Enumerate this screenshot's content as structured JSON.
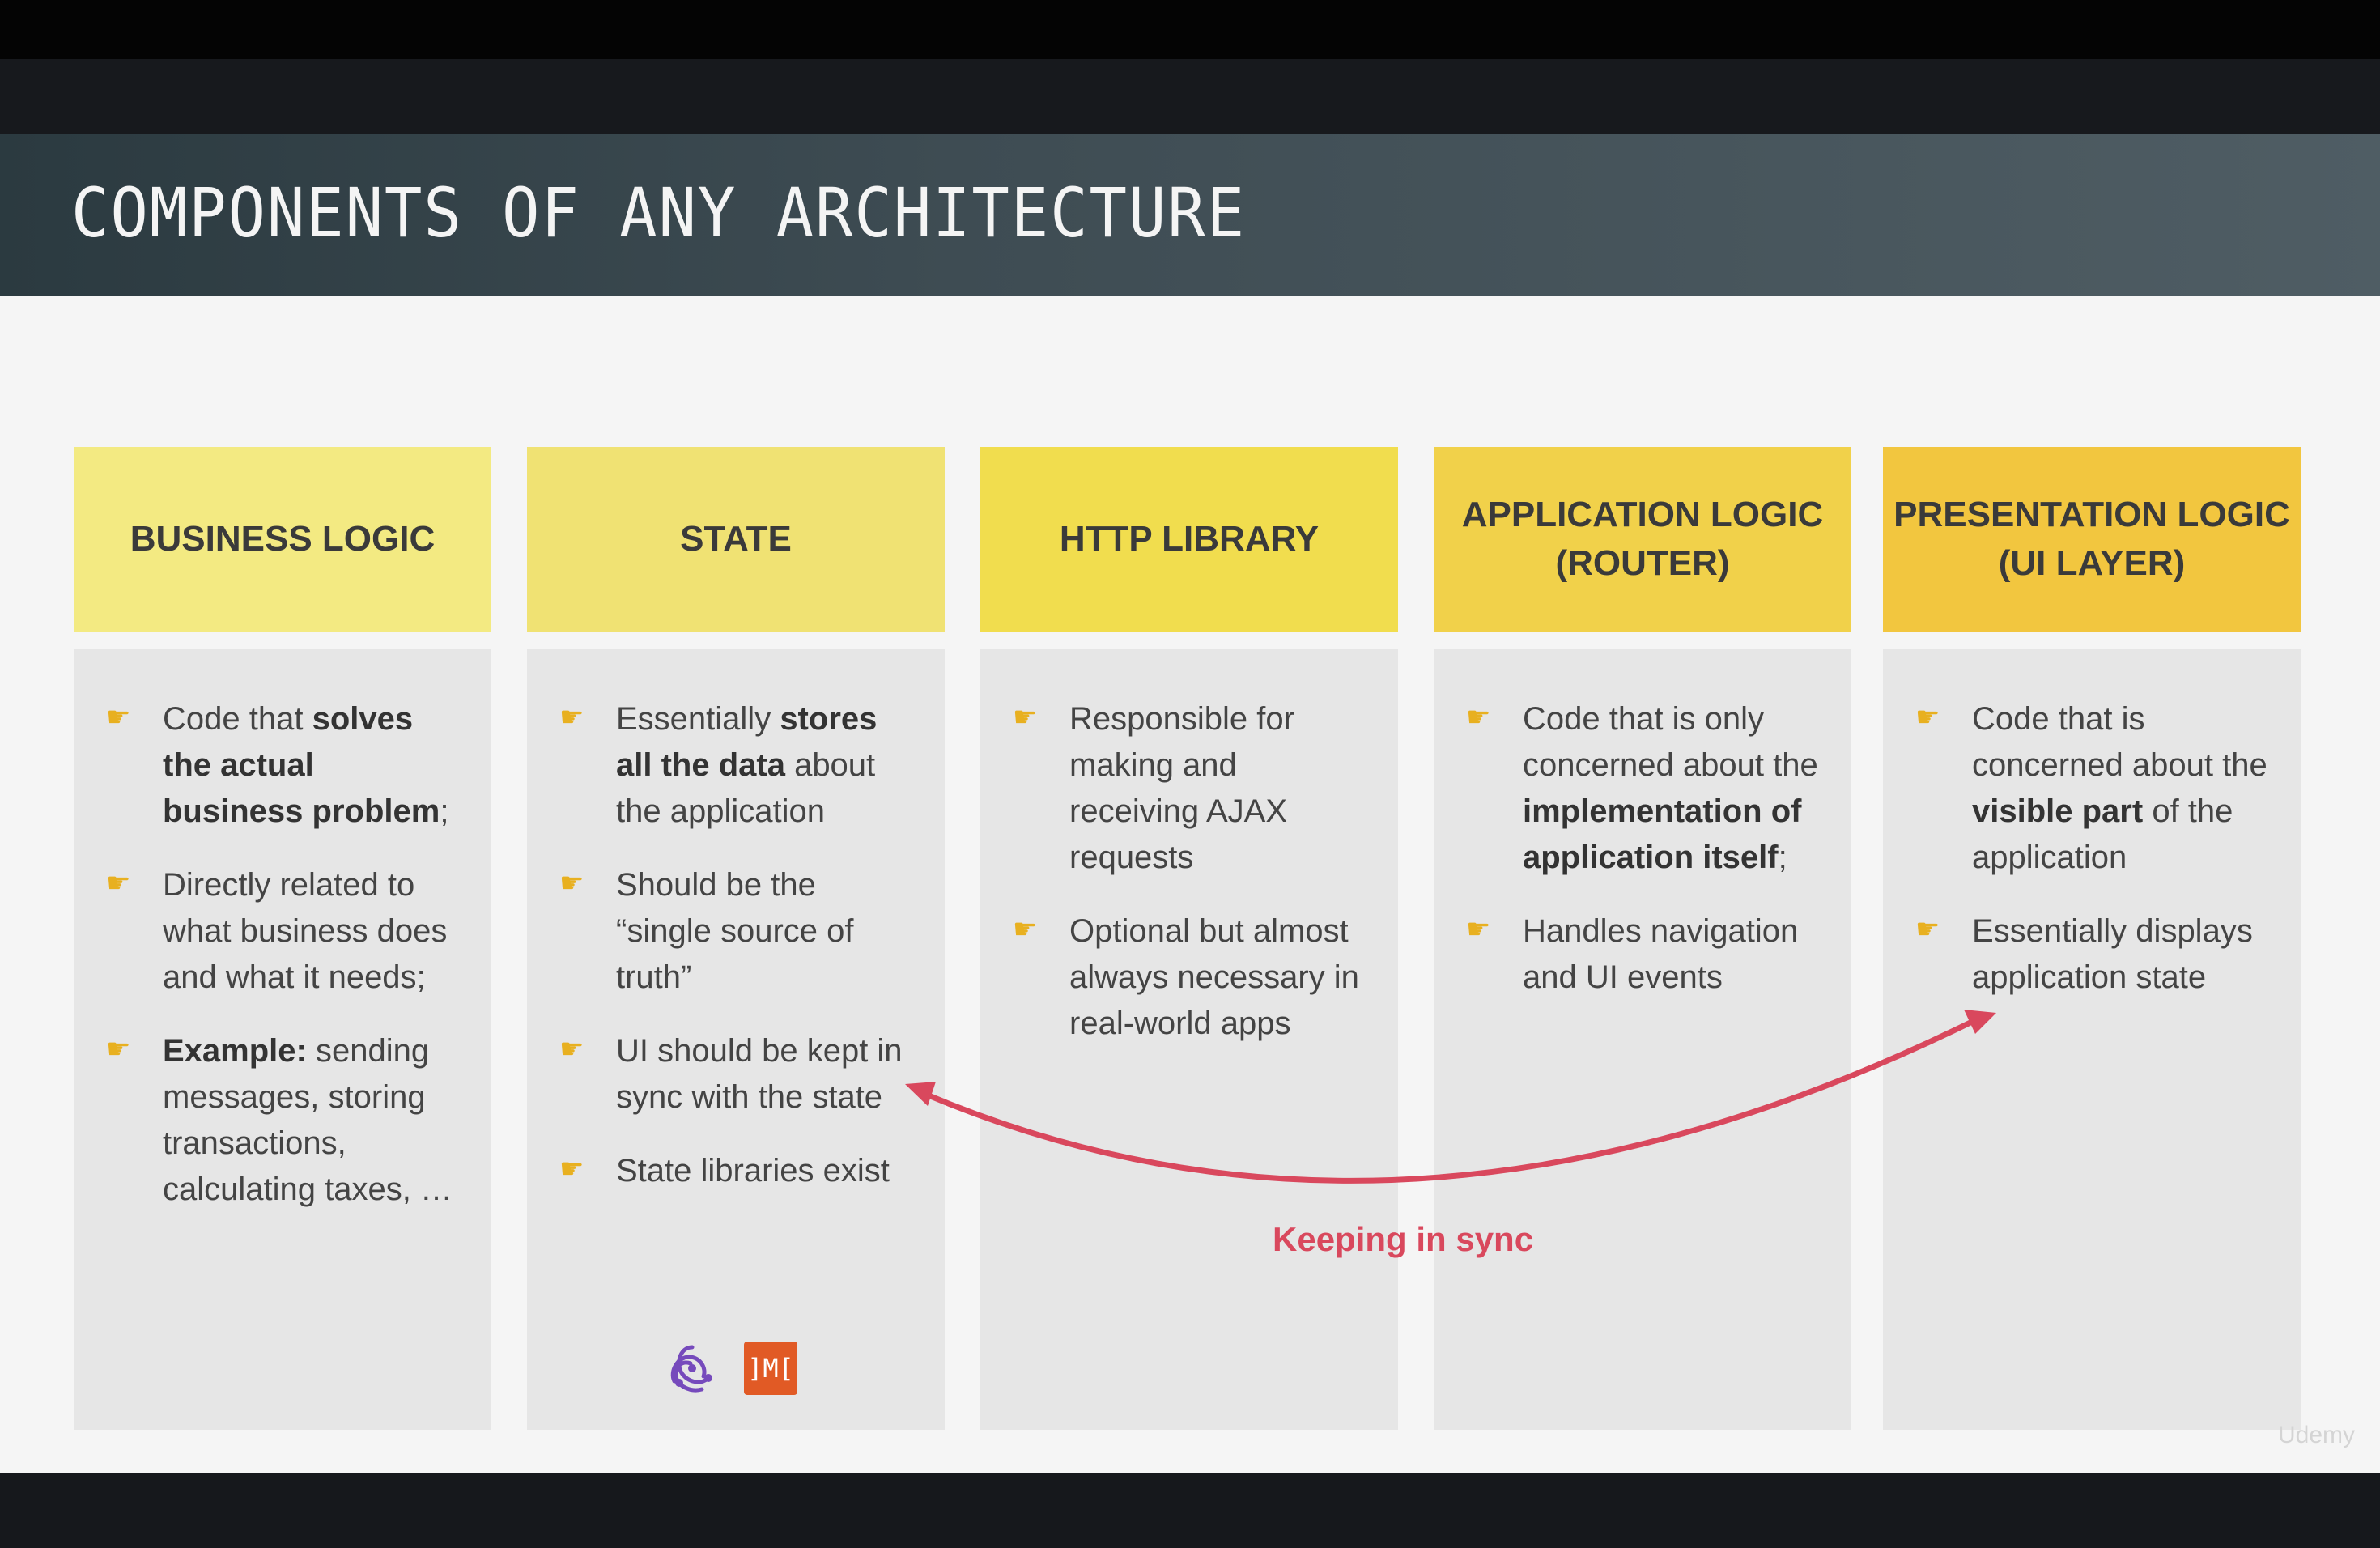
{
  "slide": {
    "title": "Components of any architecture",
    "columns": [
      {
        "heading": "BUSINESS LOGIC",
        "bullets": [
          [
            {
              "t": "Code that "
            },
            {
              "t": "solves the actual business problem",
              "b": true
            },
            {
              "t": ";"
            }
          ],
          [
            {
              "t": "Directly related to what business does and what it needs;"
            }
          ],
          [
            {
              "t": "Example:",
              "b": true
            },
            {
              "t": " sending messages, storing transactions, calculating taxes, …"
            }
          ]
        ]
      },
      {
        "heading": "STATE",
        "bullets": [
          [
            {
              "t": "Essentially "
            },
            {
              "t": "stores all the data",
              "b": true
            },
            {
              "t": " about the application"
            }
          ],
          [
            {
              "t": "Should be the “single source of truth”"
            }
          ],
          [
            {
              "t": "UI should be kept in sync with the state"
            }
          ],
          [
            {
              "t": "State libraries exist"
            }
          ]
        ]
      },
      {
        "heading": "HTTP LIBRARY",
        "bullets": [
          [
            {
              "t": "Responsible for making and receiving AJAX requests"
            }
          ],
          [
            {
              "t": "Optional but almost always necessary in real-world apps"
            }
          ]
        ]
      },
      {
        "heading": "APPLICATION LOGIC (ROUTER)",
        "bullets": [
          [
            {
              "t": "Code that is only concerned about the "
            },
            {
              "t": "implementation of application itself",
              "b": true
            },
            {
              "t": ";"
            }
          ],
          [
            {
              "t": "Handles navigation and UI events"
            }
          ]
        ]
      },
      {
        "heading": "PRESENTATION LOGIC (UI LAYER)",
        "bullets": [
          [
            {
              "t": "Code that is concerned about the "
            },
            {
              "t": "visible part",
              "b": true
            },
            {
              "t": " of the application"
            }
          ],
          [
            {
              "t": "Essentially displays application state"
            }
          ]
        ]
      }
    ],
    "mobx_logo_text": "]M[",
    "sync_label": "Keeping in sync",
    "watermark": "Udemy",
    "colors": {
      "arrow": "#d9485d",
      "bullet_icon": "#e8b020",
      "redux_logo": "#764abc",
      "mobx_logo": "#e15a25"
    },
    "icons": {
      "bullet": "pointing-hand-icon",
      "redux": "redux-logo",
      "mobx": "mobx-logo"
    }
  }
}
